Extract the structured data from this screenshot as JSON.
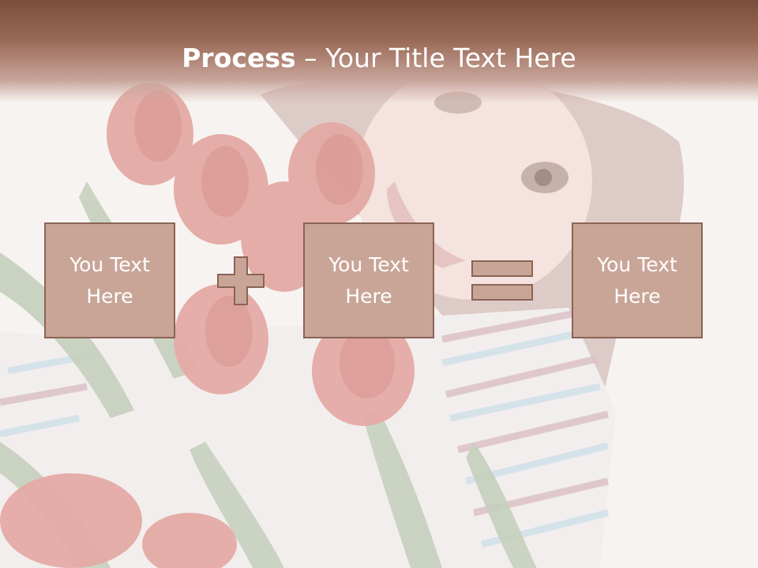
{
  "slide": {
    "title_bold": "Process",
    "title_rest": " – Your Title Text Here"
  },
  "boxes": [
    {
      "text": "You Text Here"
    },
    {
      "text": "You Text Here"
    },
    {
      "text": "You Text Here"
    }
  ],
  "operators": [
    "plus-icon",
    "equals-icon"
  ],
  "colors": {
    "header": "#7a4d3c",
    "box_fill": "#c9a597",
    "box_border": "#8a6455",
    "text": "#ffffff"
  }
}
